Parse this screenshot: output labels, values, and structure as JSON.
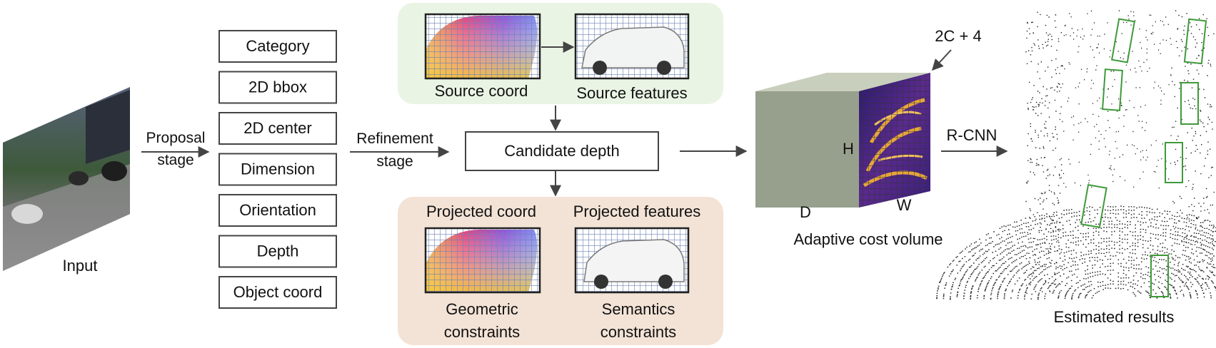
{
  "input": {
    "label": "Input"
  },
  "proposal": {
    "label_line1": "Proposal",
    "label_line2": "stage"
  },
  "outputs": [
    "Category",
    "2D bbox",
    "2D center",
    "Dimension",
    "Orientation",
    "Depth",
    "Object coord"
  ],
  "refinement": {
    "label_line1": "Refinement",
    "label_line2": "stage"
  },
  "source": {
    "coord_label": "Source coord",
    "features_label": "Source features"
  },
  "candidate": {
    "label": "Candidate depth"
  },
  "projected": {
    "coord_label": "Projected coord",
    "features_label": "Projected features",
    "geometric_line1": "Geometric",
    "geometric_line2": "constraints",
    "semantic_line1": "Semantics",
    "semantic_line2": "constraints"
  },
  "volume": {
    "title": "Adaptive cost volume",
    "channels": "2C + 4",
    "h": "H",
    "w": "W",
    "d": "D"
  },
  "rcnn": {
    "label": "R-CNN"
  },
  "results": {
    "label": "Estimated results"
  },
  "colors": {
    "source_panel": "#eaf4e4",
    "projected_panel": "#f3e3d6",
    "cube_face": "#97a08d",
    "cube_side": "#b6bdaa",
    "cube_top": "#c9cfbd",
    "grid_line": "#6e82b5",
    "result_box": "#3e9a3a",
    "arrow": "#444444"
  }
}
